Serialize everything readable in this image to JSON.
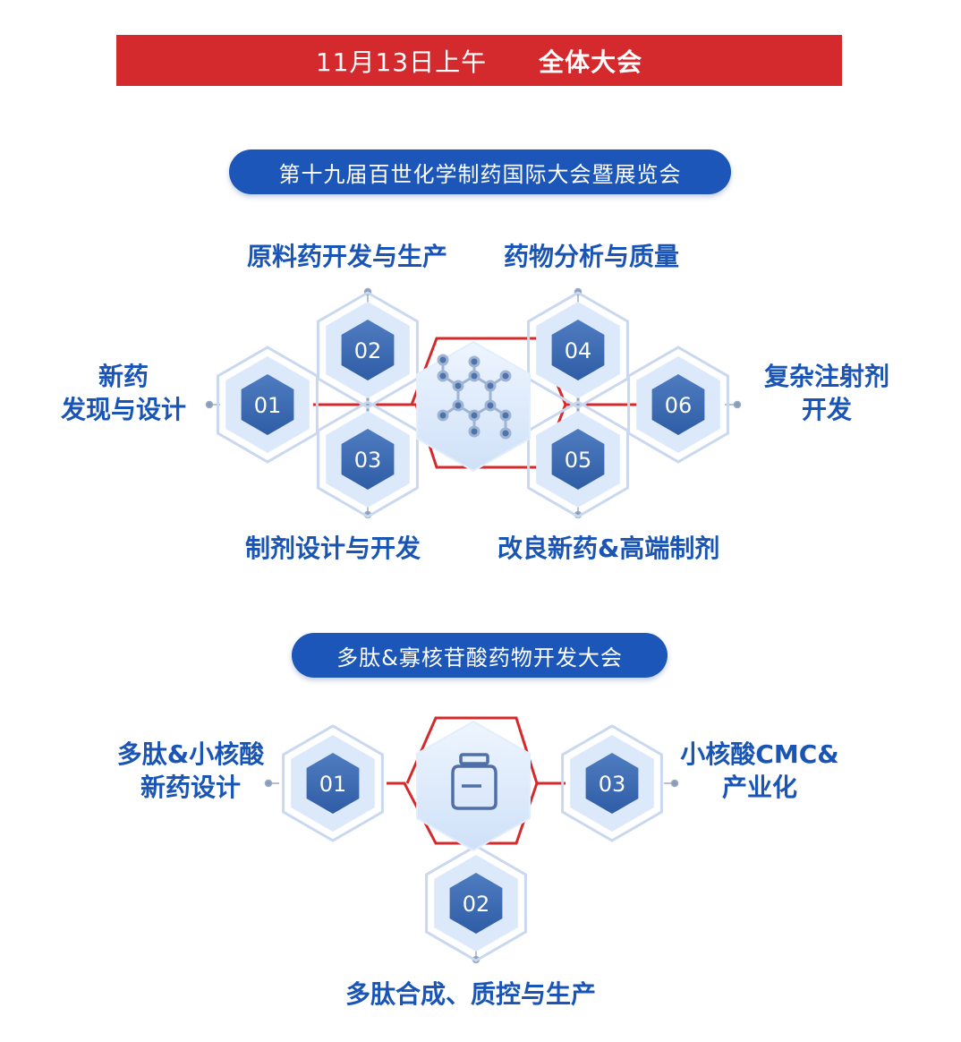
{
  "banner": {
    "date": "11月13日上午",
    "title": "全体大会"
  },
  "sections": [
    {
      "title": "第十九届百世化学制药国际大会暨展览会",
      "nodes": [
        {
          "num": "01",
          "label": "新药\n发现与设计"
        },
        {
          "num": "02",
          "label": "原料药开发与生产"
        },
        {
          "num": "03",
          "label": "制剂设计与开发"
        },
        {
          "num": "04",
          "label": "药物分析与质量"
        },
        {
          "num": "05",
          "label": "改良新药&高端制剂"
        },
        {
          "num": "06",
          "label": "复杂注射剂\n开发"
        }
      ],
      "center_icon": "molecule-icon"
    },
    {
      "title": "多肽&寡核苷酸药物开发大会",
      "nodes": [
        {
          "num": "01",
          "label": "多肽&小核酸\n新药设计"
        },
        {
          "num": "02",
          "label": "多肽合成、质控与生产"
        },
        {
          "num": "03",
          "label": "小核酸CMC&\n产业化"
        }
      ],
      "center_icon": "vial-icon"
    }
  ],
  "colors": {
    "red": "#d42a2e",
    "blue": "#1b56b8",
    "label_blue": "#1a55b5",
    "hex_dark": "#3f6db3",
    "hex_light": "#dce9fb"
  }
}
